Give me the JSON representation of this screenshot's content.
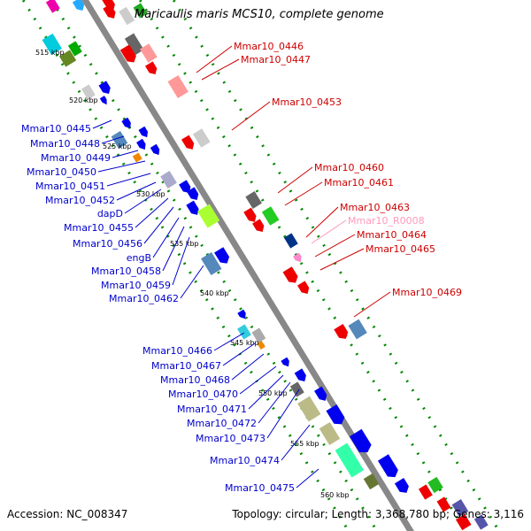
{
  "title": "Maricaulis maris MCS10, complete genome",
  "accession": "Accession: NC_008347",
  "summary": "Topology: circular; Length: 3,368,780 bp; Genes: 3,116",
  "colors": {
    "forward_label": "#cc0000",
    "reverse_label": "#0000cc",
    "rrna_label": "#ff99bb",
    "backbone": "#888888",
    "dots": "#008800"
  },
  "ticks": [
    "515 kbp",
    "520 kbp",
    "525 kbp",
    "530 kbp",
    "535 kbp",
    "540 kbp",
    "545 kbp",
    "550 kbp",
    "555 kbp",
    "560 kbp"
  ],
  "forward_genes": [
    "Mmar10_0446",
    "Mmar10_0447",
    "Mmar10_0453",
    "Mmar10_0460",
    "Mmar10_0461",
    "Mmar10_0463",
    "Mmar10_R0008",
    "Mmar10_0464",
    "Mmar10_0465",
    "Mmar10_0469"
  ],
  "reverse_genes": [
    "Mmar10_0445",
    "Mmar10_0448",
    "Mmar10_0449",
    "Mmar10_0450",
    "Mmar10_0451",
    "Mmar10_0452",
    "dapD",
    "Mmar10_0455",
    "Mmar10_0456",
    "engB",
    "Mmar10_0458",
    "Mmar10_0459",
    "Mmar10_0462",
    "Mmar10_0466",
    "Mmar10_0467",
    "Mmar10_0468",
    "Mmar10_0470",
    "Mmar10_0471",
    "Mmar10_0472",
    "Mmar10_0473",
    "Mmar10_0474",
    "Mmar10_0475"
  ]
}
